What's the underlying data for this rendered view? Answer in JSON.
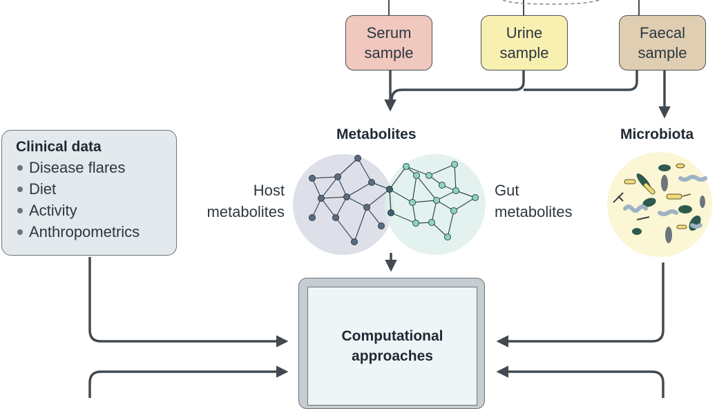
{
  "samples": {
    "serum": {
      "line1": "Serum",
      "line2": "sample",
      "color": "#f0c8bd"
    },
    "urine": {
      "line1": "Urine",
      "line2": "sample",
      "color": "#f8f0b1"
    },
    "faecal": {
      "line1": "Faecal",
      "line2": "sample",
      "color": "#dfceb1"
    }
  },
  "metabolites": {
    "title": "Metabolites",
    "host_label": {
      "line1": "Host",
      "line2": "metabolites"
    },
    "gut_label": {
      "line1": "Gut",
      "line2": "metabolites"
    },
    "host_color": "#dde0e9",
    "gut_color": "#dff0ec"
  },
  "microbiota": {
    "title": "Microbiota",
    "color": "#fbf6d4"
  },
  "clinical": {
    "title": "Clinical data",
    "items": [
      "Disease flares",
      "Diet",
      "Activity",
      "Anthropometrics"
    ]
  },
  "computational": {
    "line1": "Computational",
    "line2": "approaches"
  },
  "colors": {
    "arrow": "#424a51",
    "host_node": "#5b6b80",
    "gut_node": "#8fd3c4"
  }
}
